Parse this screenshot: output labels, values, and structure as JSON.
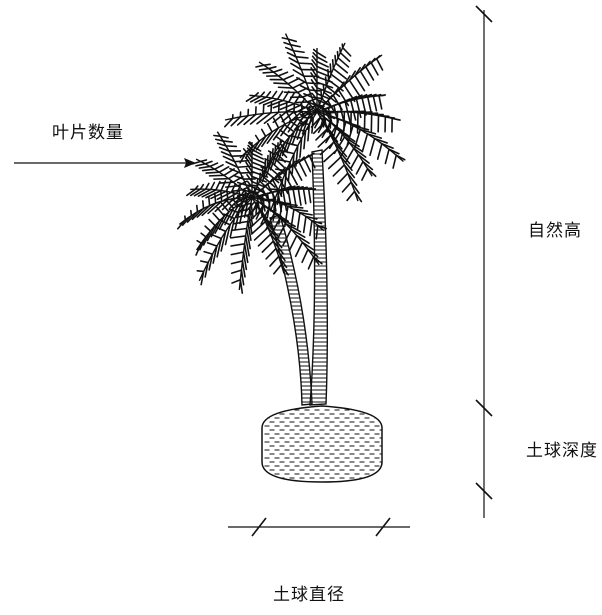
{
  "figure": {
    "labels": {
      "leaf_count": "叶片数量",
      "natural_height": "自然高",
      "root_ball_depth": "土球深度",
      "root_ball_diameter": "土球直径"
    },
    "colors": {
      "ink": "#111111",
      "background": "#ffffff"
    }
  }
}
